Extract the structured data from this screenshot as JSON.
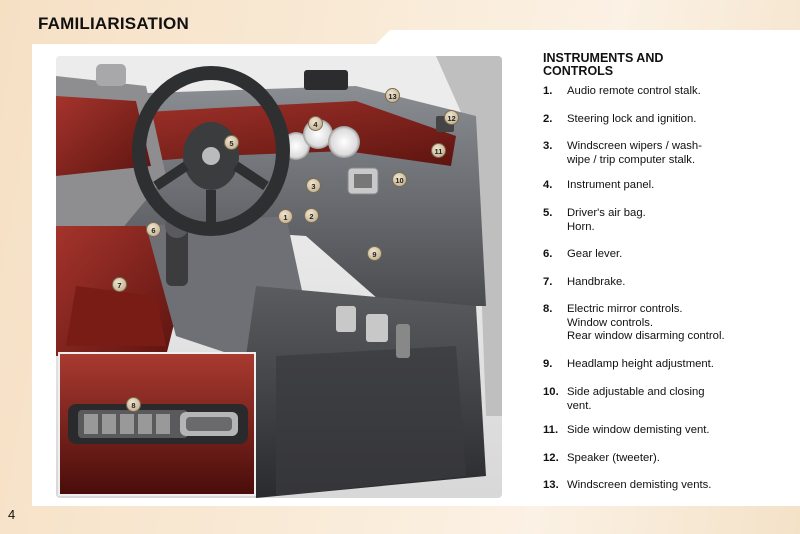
{
  "header": {
    "title": "FAMILIARISATION"
  },
  "panel": {
    "title_line1": "INSTRUMENTS AND",
    "title_line2": "CONTROLS",
    "items": [
      {
        "num": "1.",
        "lines": [
          "Audio remote control stalk."
        ]
      },
      {
        "num": "2.",
        "lines": [
          "Steering lock and ignition."
        ]
      },
      {
        "num": "3.",
        "lines": [
          "Windscreen wipers / wash-",
          "wipe / trip computer stalk."
        ]
      },
      {
        "num": "4.",
        "lines": [
          "Instrument panel."
        ]
      },
      {
        "num": "5.",
        "lines": [
          "Driver's air bag.",
          "Horn."
        ]
      },
      {
        "num": "6.",
        "lines": [
          "Gear lever."
        ]
      },
      {
        "num": "7.",
        "lines": [
          "Handbrake."
        ]
      },
      {
        "num": "8.",
        "lines": [
          "Electric mirror controls.",
          "Window controls.",
          "Rear window disarming control."
        ]
      },
      {
        "num": "9.",
        "lines": [
          "Headlamp height adjustment."
        ]
      },
      {
        "num": "10.",
        "lines": [
          "Side adjustable and closing",
          "vent."
        ]
      },
      {
        "num": "11.",
        "lines": [
          "Side window demisting vent."
        ]
      },
      {
        "num": "12.",
        "lines": [
          "Speaker (tweeter)."
        ]
      },
      {
        "num": "13.",
        "lines": [
          "Windscreen demisting vents."
        ]
      }
    ]
  },
  "callouts": [
    "1",
    "2",
    "3",
    "4",
    "5",
    "6",
    "7",
    "8",
    "9",
    "10",
    "11",
    "12",
    "13"
  ],
  "footer": {
    "page_number": "4"
  }
}
